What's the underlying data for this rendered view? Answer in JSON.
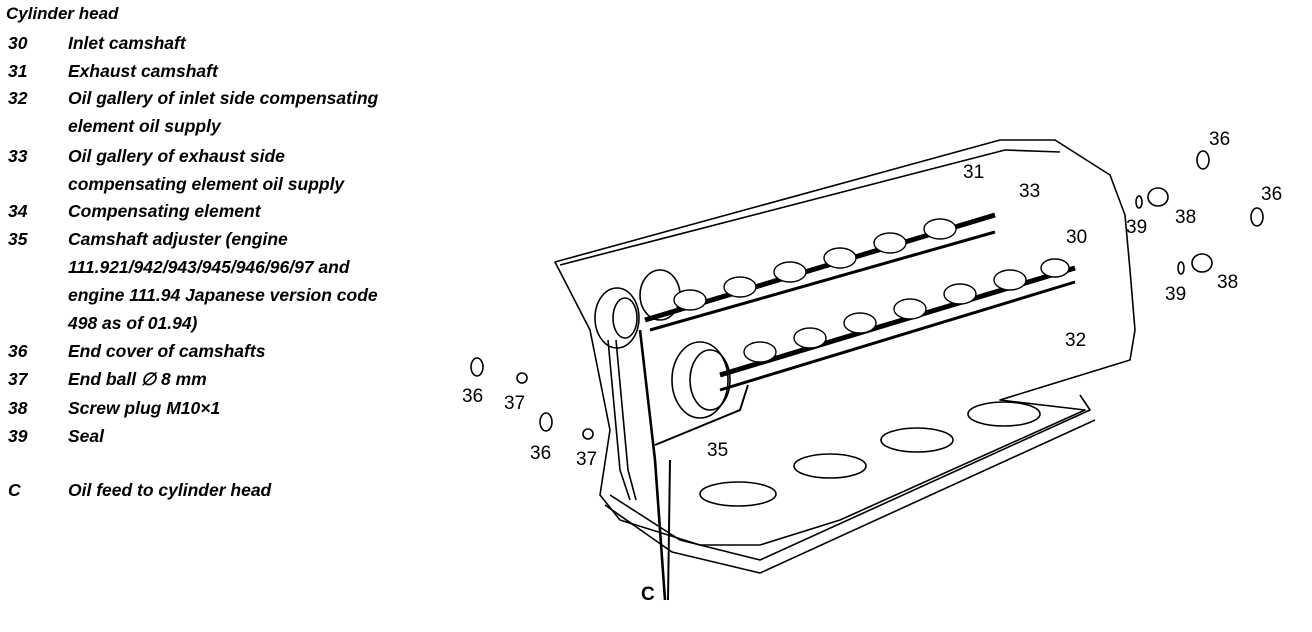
{
  "legend": {
    "title": "Cylinder head",
    "items": [
      {
        "num": "30",
        "line1": "Inlet camshaft",
        "line2": ""
      },
      {
        "num": "31",
        "line1": "Exhaust camshaft",
        "line2": ""
      },
      {
        "num": "32",
        "line1": "Oil gallery of inlet side compensating",
        "line2": "element oil supply"
      },
      {
        "num": "33",
        "line1": "Oil gallery of exhaust side",
        "line2": "compensating element oil supply"
      },
      {
        "num": "34",
        "line1": "Compensating element",
        "line2": ""
      },
      {
        "num": "35",
        "line1": "Camshaft adjuster (engine",
        "line2": "111.921/942/943/945/946/96/97 and",
        "line3": "engine 111.94 Japanese version code",
        "line4": "498 as of 01.94)"
      },
      {
        "num": "36",
        "line1": "End cover of camshafts",
        "line2": ""
      },
      {
        "num": "37",
        "line1": "End ball ∅ 8 mm",
        "line2": ""
      },
      {
        "num": "38",
        "line1": "Screw plug M10×1",
        "line2": ""
      },
      {
        "num": "39",
        "line1": "Seal",
        "line2": ""
      },
      {
        "num": "C",
        "line1": "Oil feed to cylinder head",
        "line2": ""
      }
    ]
  },
  "callouts": {
    "c31": "31",
    "c33": "33",
    "c30": "30",
    "c32": "32",
    "c35": "35",
    "c36a": "36",
    "c36b": "36",
    "c36c": "36",
    "c36d": "36",
    "c37a": "37",
    "c37b": "37",
    "c38a": "38",
    "c38b": "38",
    "c39a": "39",
    "c39b": "39",
    "cC": "C"
  }
}
